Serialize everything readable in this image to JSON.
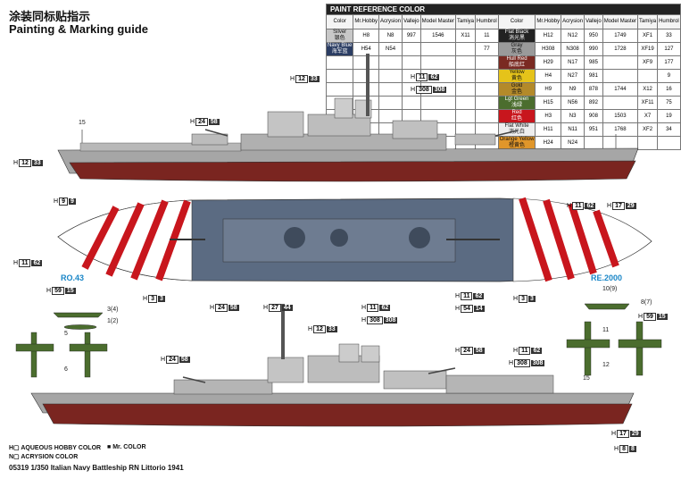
{
  "header": {
    "title_cn": "涂装同标贴指示",
    "title_en": "Painting & Marking guide"
  },
  "paint_table": {
    "title": "PAINT REFERENCE COLOR",
    "columns": [
      "Color",
      "Mr.Hobby",
      "Acrysion",
      "Vallejo",
      "Model Master",
      "Tamiya",
      "Humbrol"
    ],
    "left": [
      {
        "name": "Silver",
        "cn": "银色",
        "h": "8",
        "n": "N8",
        "vallejo": "997",
        "mm": "1546",
        "tamiya": "X11",
        "humbrol": "11",
        "color": "#c8c8c8"
      },
      {
        "name": "Navy Blue",
        "cn": "海军蓝",
        "h": "54",
        "n": "N54",
        "vallejo": "",
        "mm": "",
        "tamiya": "",
        "humbrol": "77",
        "color": "#2b3d63"
      }
    ],
    "right": [
      {
        "name": "Flat Black",
        "cn": "消光黑",
        "h": "12",
        "n": "N12",
        "vallejo": "950",
        "mm": "1749",
        "tamiya": "XF1",
        "humbrol": "33",
        "color": "#222"
      },
      {
        "name": "Gray",
        "cn": "灰色",
        "h": "308",
        "n": "N308",
        "vallejo": "990",
        "mm": "1728",
        "tamiya": "XF19",
        "humbrol": "127",
        "color": "#9a9a9a"
      },
      {
        "name": "Hull Red",
        "cn": "船底红",
        "h": "29",
        "n": "N17",
        "vallejo": "985",
        "mm": "",
        "tamiya": "XF9",
        "humbrol": "177",
        "color": "#7a2a22"
      },
      {
        "name": "Yellow",
        "cn": "黄色",
        "h": "4",
        "n": "N27",
        "vallejo": "981",
        "mm": "",
        "tamiya": "",
        "humbrol": "9",
        "color": "#e5c31a"
      },
      {
        "name": "Gold",
        "cn": "金色",
        "h": "9",
        "n": "N9",
        "vallejo": "878",
        "mm": "1744",
        "tamiya": "X12",
        "humbrol": "16",
        "color": "#b38a2a"
      },
      {
        "name": "Lgt Green",
        "cn": "浅绿",
        "h": "15",
        "n": "N56",
        "vallejo": "892",
        "mm": "",
        "tamiya": "XF11",
        "humbrol": "75",
        "color": "#4b6d2e"
      },
      {
        "name": "Red",
        "cn": "红色",
        "h": "3",
        "n": "N3",
        "vallejo": "908",
        "mm": "1503",
        "tamiya": "X7",
        "humbrol": "19",
        "color": "#c8161d"
      },
      {
        "name": "Flat White",
        "cn": "消光白",
        "h": "11",
        "n": "N11",
        "vallejo": "951",
        "mm": "1768",
        "tamiya": "XF2",
        "humbrol": "34",
        "color": "#eee"
      },
      {
        "name": "Orange Yellow",
        "cn": "橙黄色",
        "h": "24",
        "n": "N24",
        "vallejo": "",
        "mm": "",
        "tamiya": "",
        "humbrol": "",
        "color": "#e0962a"
      }
    ]
  },
  "callouts": {
    "h1233a": [
      "H",
      "12",
      "33"
    ],
    "h1162a": [
      "H",
      "11",
      "62"
    ],
    "h308a": [
      "H",
      "308",
      "308"
    ],
    "h2458a": [
      "H",
      "24",
      "58"
    ],
    "h1233b": [
      "H",
      "12",
      "33"
    ],
    "h99": [
      "H",
      "9",
      "9"
    ],
    "h1162c": [
      "H",
      "11",
      "62"
    ],
    "h1729a": [
      "H",
      "17",
      "29"
    ],
    "h1162b": [
      "H",
      "11",
      "62"
    ],
    "h33a": [
      "H",
      "3",
      "3"
    ],
    "h2458b": [
      "H",
      "24",
      "58"
    ],
    "h2744": [
      "H",
      "27",
      "44"
    ],
    "h1162d": [
      "H",
      "11",
      "62"
    ],
    "h308b": [
      "H",
      "308",
      "308"
    ],
    "h1162e": [
      "H",
      "11",
      "62"
    ],
    "h5414": [
      "H",
      "54",
      "14"
    ],
    "h33b": [
      "H",
      "3",
      "3"
    ],
    "h5915a": [
      "H",
      "59",
      "15"
    ],
    "h5915b": [
      "H",
      "59",
      "15"
    ],
    "h1233c": [
      "H",
      "12",
      "33"
    ],
    "h2458c": [
      "H",
      "24",
      "58"
    ],
    "h2458d": [
      "H",
      "24",
      "58"
    ],
    "h1162f": [
      "H",
      "11",
      "62"
    ],
    "h308c": [
      "H",
      "308",
      "308"
    ],
    "h1729b": [
      "H",
      "17",
      "29"
    ],
    "h88": [
      "H",
      "8",
      "8"
    ]
  },
  "labels": {
    "ro43": "RO.43",
    "re2000": "RE.2000",
    "n15a": "15",
    "n15b": "15",
    "n34": "3(4)",
    "n12": "1(2)",
    "n5": "5",
    "n6": "6",
    "n1011": "10(9)",
    "n87": "8(7)",
    "n11": "11",
    "n12b": "12"
  },
  "legend": {
    "h_text": "AQUEOUS HOBBY COLOR",
    "n_text": "ACRYSION COLOR",
    "m_text": "Mr. COLOR"
  },
  "footer": "05319  1/350 Italian Navy Battleship RN Littorio 1941"
}
